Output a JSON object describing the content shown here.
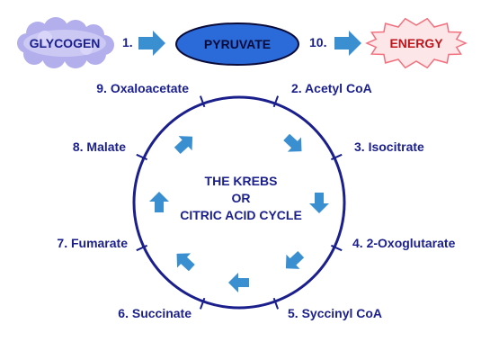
{
  "top_row": {
    "glycogen_label": "GLYCOGEN",
    "step1_label": "1.",
    "pyruvate_label": "PYRUVATE",
    "step10_label": "10.",
    "energy_label": "ENERGY"
  },
  "cycle": {
    "title_line1": "THE KREBS",
    "title_line2": "OR",
    "title_line3": "CITRIC ACID CYCLE",
    "steps": [
      "2. Acetyl CoA",
      "3. Isocitrate",
      "4. 2-Oxoglutarate",
      "5. Syccinyl CoA",
      "6. Succinate",
      "7. Fumarate",
      "8. Malate",
      "9. Oxaloacetate"
    ]
  },
  "colors": {
    "navy": "#1a1f8c",
    "arrow_blue": "#3a8fd0",
    "energy_red": "#c0141b",
    "energy_fill": "#fde6e8",
    "energy_stroke": "#f2707e",
    "glycogen_fill": "#c9c6f2",
    "glycogen_cloud": "#b3aeec",
    "pyruvate_fill": "#2b6ad9"
  },
  "icons": {
    "cloud": "glycogen-cloud-icon",
    "burst": "energy-burst-icon",
    "arrow": "right-arrow-icon"
  }
}
